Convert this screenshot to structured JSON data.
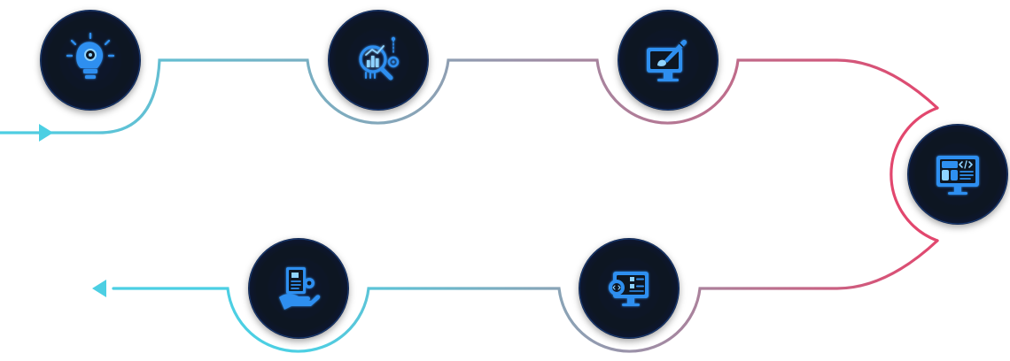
{
  "process": {
    "steps": [
      {
        "id": "ideation",
        "icon": "idea-bulb-gear-icon"
      },
      {
        "id": "research",
        "icon": "analysis-magnifier-chart-icon"
      },
      {
        "id": "design",
        "icon": "design-monitor-brush-icon"
      },
      {
        "id": "development",
        "icon": "web-layout-code-icon"
      },
      {
        "id": "testing",
        "icon": "code-gear-checklist-monitor-icon"
      },
      {
        "id": "delivery",
        "icon": "hand-document-gear-icon"
      }
    ],
    "colors": {
      "path_teal": "#4ccfe3",
      "path_slate": "#8aa3b6",
      "path_pink": "#e2476e",
      "node_fill": "#0c1320",
      "node_glow": "#1c4fa8",
      "icon_color": "#2e8ff0",
      "icon_highlight": "#8fd3ff"
    }
  }
}
